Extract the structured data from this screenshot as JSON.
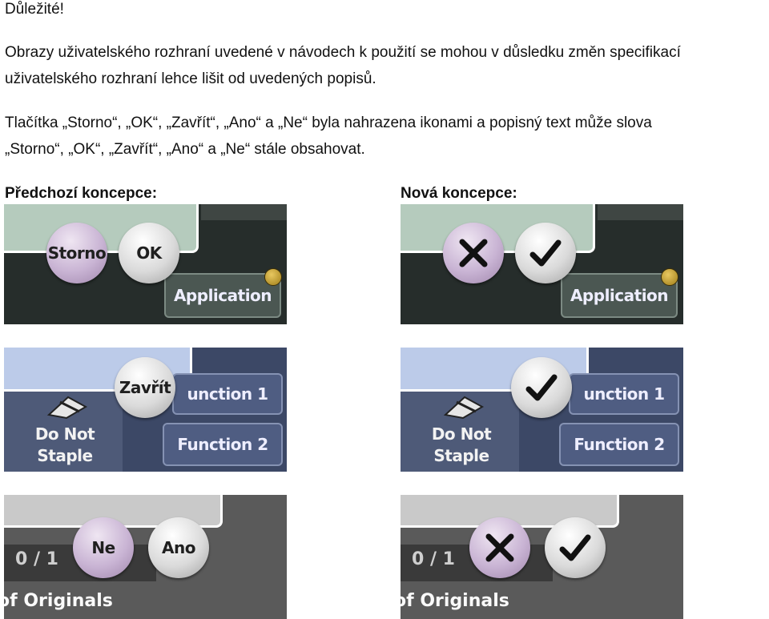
{
  "heading": "Důležité!",
  "paragraph1": {
    "line1": "Obrazy uživatelského rozhraní uvedené v návodech k použití se mohou v důsledku změn specifikací",
    "line2": "uživatelského rozhraní lehce lišit od uvedených popisů."
  },
  "paragraph2": {
    "line1": "Tlačítka „Storno“, „OK“, „Zavřít“, „Ano“ a „Ne“ byla nahrazena ikonami a popisný text může slova",
    "line2": "„Storno“, „OK“, „Zavřít“, „Ano“ a „Ne“ stále obsahovat."
  },
  "label_old": "Předchozí koncepce:",
  "label_new": "Nová koncepce:",
  "panel1": {
    "btn_cancel": "Storno",
    "btn_ok": "OK",
    "key": "Application"
  },
  "panel2": {
    "btn_close": "Zavřít",
    "key_top": "unction 1",
    "key_bottom": "Function 2",
    "key_left": "Do Not\nStaple"
  },
  "panel3": {
    "btn_no": "Ne",
    "btn_yes": "Ano",
    "counter": "0 / 1",
    "originals": "of Originals"
  },
  "icons": {
    "cross": "cross-icon",
    "check": "check-icon"
  },
  "colors": {
    "purple_button": "#c9b4d4",
    "white_button": "#dadada",
    "green_panel": "#262d2b",
    "blue_panel": "#3c4866",
    "gray_panel": "#5a5a5a"
  }
}
